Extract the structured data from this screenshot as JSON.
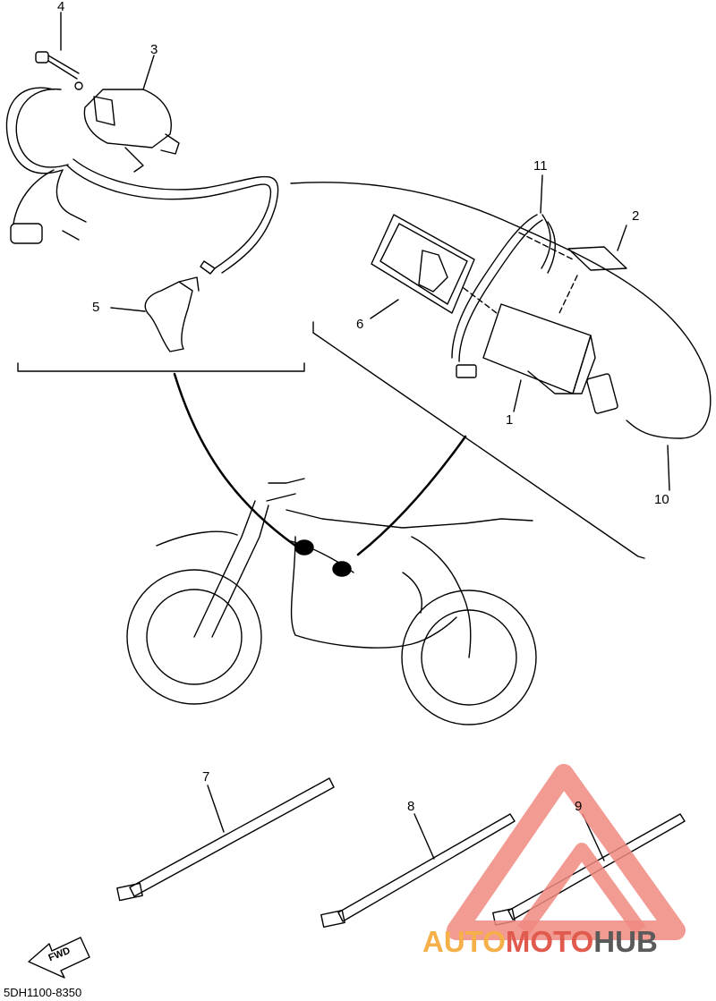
{
  "diagram": {
    "part_labels": [
      "1",
      "2",
      "3",
      "4",
      "5",
      "6",
      "7",
      "8",
      "9",
      "10",
      "11"
    ],
    "fwd_label": "FWD",
    "drawing_code": "5DH1100-8350"
  },
  "watermark": {
    "part1": "AUTO",
    "part2": "MOTO",
    "part3": "HUB",
    "colors": {
      "auto": "#f5b04a",
      "moto": "#e05a4e",
      "hub": "#5a5a5a",
      "logo": "#f08a80"
    }
  }
}
